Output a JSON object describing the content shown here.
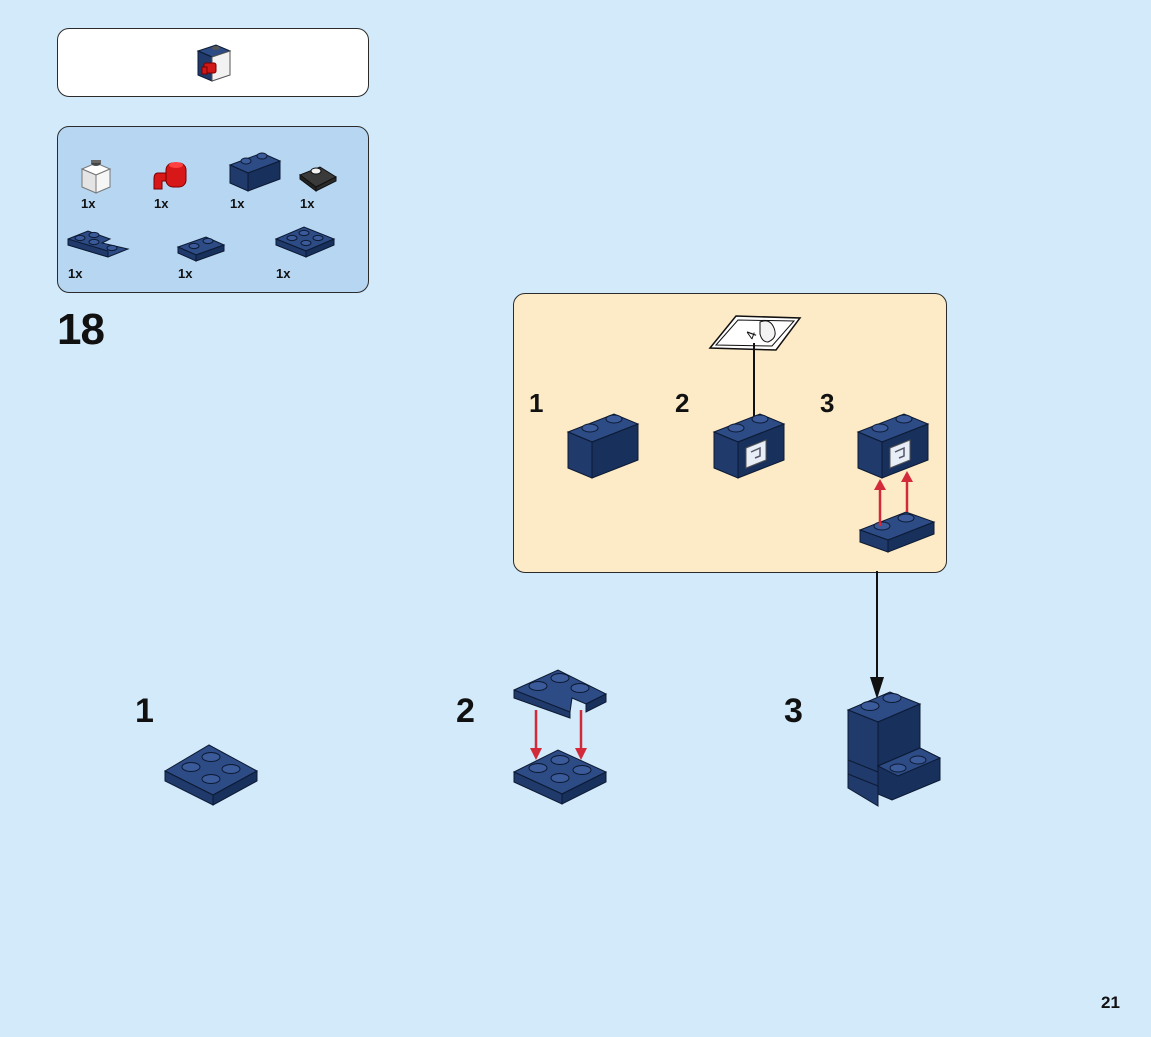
{
  "page": {
    "number": "21",
    "background": "#d3eafa"
  },
  "step": {
    "number": "18"
  },
  "colors": {
    "brick_blue": "#1f3a6b",
    "brick_blue_dark": "#142a52",
    "brick_blue_top": "#2d4b85",
    "arrow_red": "#d32a3a",
    "callout_bg": "#fdebc7",
    "parts_bg": "#b6d6f2"
  },
  "subassembly_preview": {
    "icon": "brick-assembly-icon"
  },
  "parts_list": {
    "items": [
      {
        "qty": "1x",
        "icon": "white-round-brick-icon"
      },
      {
        "qty": "1x",
        "icon": "red-faucet-piece-icon"
      },
      {
        "qty": "1x",
        "icon": "blue-brick-1x2-icon"
      },
      {
        "qty": "1x",
        "icon": "black-wedge-plate-icon"
      },
      {
        "qty": "1x",
        "icon": "blue-corner-plate-icon"
      },
      {
        "qty": "1x",
        "icon": "blue-plate-1x2-icon"
      },
      {
        "qty": "1x",
        "icon": "blue-plate-2x2-icon"
      }
    ]
  },
  "callout": {
    "steps": [
      {
        "label": "1"
      },
      {
        "label": "2"
      },
      {
        "label": "3"
      }
    ],
    "sticker": {
      "label": "4"
    }
  },
  "main_steps": [
    {
      "label": "1"
    },
    {
      "label": "2"
    },
    {
      "label": "3"
    }
  ]
}
